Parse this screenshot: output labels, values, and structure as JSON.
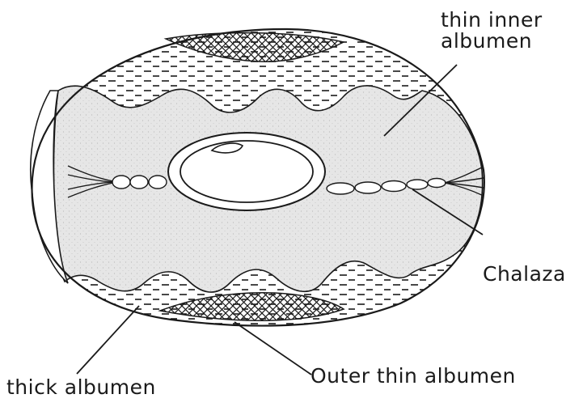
{
  "labels": {
    "thin_inner_line1": "thin inner",
    "thin_inner_line2": "albumen",
    "chalaza": "Chalaza",
    "outer_thin": "Outer thin albumen",
    "thick": "thick albumen"
  },
  "colors": {
    "ink": "#1a1a1a",
    "thick_fill": "#e4e4e4",
    "background": "#ffffff"
  }
}
